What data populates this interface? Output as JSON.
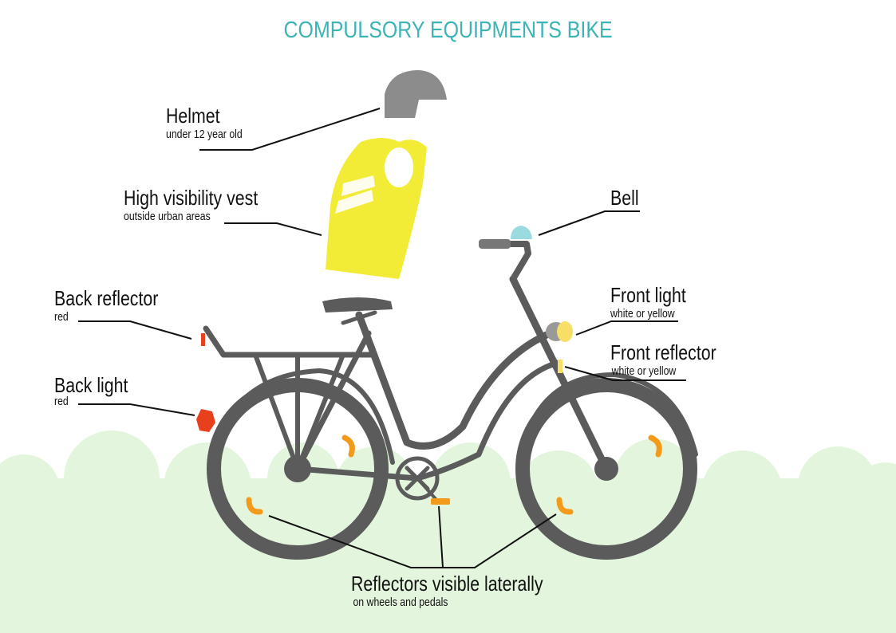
{
  "title": "COMPULSORY EQUIPMENTS BIKE",
  "labels": {
    "helmet": {
      "title": "Helmet",
      "sub": "under 12 year old"
    },
    "vest": {
      "title": "High visibility vest",
      "sub": "outside urban areas"
    },
    "back_reflector": {
      "title": "Back reflector",
      "sub": "red"
    },
    "back_light": {
      "title": "Back light",
      "sub": "red"
    },
    "bell": {
      "title": "Bell"
    },
    "front_light": {
      "title": "Front light",
      "sub": "white or yellow"
    },
    "front_reflector": {
      "title": "Front reflector",
      "sub": "white or yellow"
    },
    "lateral_reflectors": {
      "title": "Reflectors visible laterally",
      "sub": "on wheels and pedals"
    }
  },
  "colors": {
    "title": "#3cb4b6",
    "bike": "#5b5b5b",
    "ground": "#e3f6dd",
    "vest": "#f3ec36",
    "reflector": "#f39a1a",
    "red": "#e8401c",
    "bell": "#9adbe0",
    "light": "#f8de66"
  }
}
